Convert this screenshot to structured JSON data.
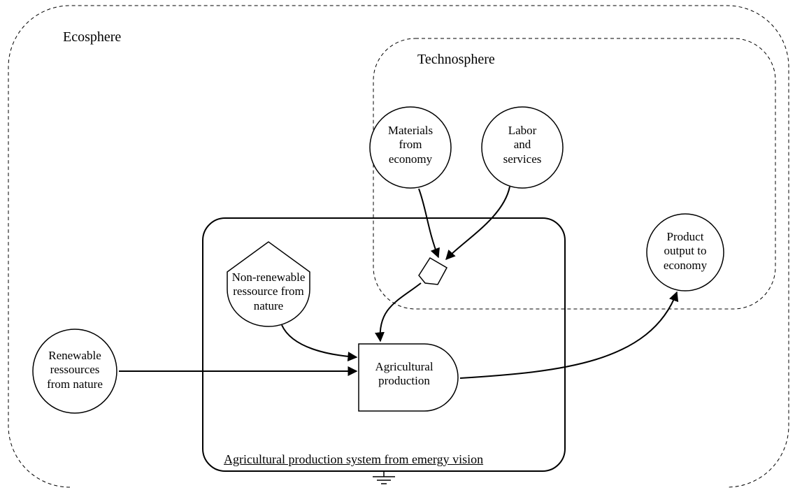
{
  "diagram": {
    "ecosphere_label": "Ecosphere",
    "technosphere_label": "Technosphere",
    "system_caption": "Agricultural production system from emergy vision",
    "nodes": {
      "materials": "Materials\nfrom\neconomy",
      "labor": "Labor\nand\nservices",
      "product": "Product\noutput to\neconomy",
      "nonrenewable": "Non-renewable\nressource from\nnature",
      "renewable": "Renewable\nressources\nfrom nature",
      "production": "Agricultural\nproduction"
    },
    "colors": {
      "stroke": "#000000",
      "background": "#ffffff"
    }
  }
}
